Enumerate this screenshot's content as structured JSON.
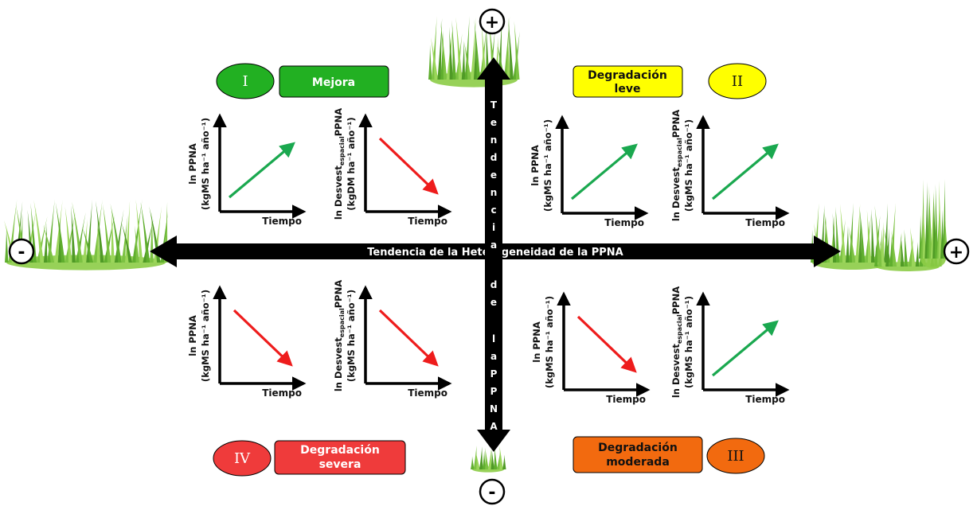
{
  "main_axes": {
    "horizontal_label": "Tendencia de la Heterogeneidad de la PPNA",
    "vertical_letters": [
      "T",
      "e",
      "n",
      "d",
      "e",
      "n",
      "c",
      "i",
      "a",
      "d",
      "e",
      "l",
      "a",
      "P",
      "P",
      "N",
      "A"
    ],
    "plus": "+",
    "minus": "-"
  },
  "quadrants": {
    "q1": {
      "roman": "I",
      "label_lines": [
        "Mejora"
      ],
      "oval_color": "#22b022",
      "box_color": "#22b022",
      "text_color": "#ffffff"
    },
    "q2": {
      "roman": "II",
      "label_lines": [
        "Degradación",
        "leve"
      ],
      "oval_color": "#ffff00",
      "box_color": "#ffff00",
      "text_color": "#111111"
    },
    "q3": {
      "roman": "III",
      "label_lines": [
        "Degradación",
        "moderada"
      ],
      "oval_color": "#f26a0f",
      "box_color": "#f26a0f",
      "text_color": "#111111"
    },
    "q4": {
      "roman": "IV",
      "label_lines": [
        "Degradación",
        "severa"
      ],
      "oval_color": "#ef3b3b",
      "box_color": "#ef3b3b",
      "text_color": "#ffffff"
    }
  },
  "mini_charts": [
    {
      "id": "q1a",
      "ylabel": [
        "ln PPNA",
        "(kgMS ha⁻¹ año⁻¹)"
      ],
      "xlabel": "Tiempo",
      "trend": "up"
    },
    {
      "id": "q1b",
      "ylabel": [
        "ln Desvest",
        "espacial",
        "PPNA",
        "(kgDM ha⁻¹ año⁻¹)"
      ],
      "xlabel": "Tiempo",
      "trend": "down"
    },
    {
      "id": "q2a",
      "ylabel": [
        "ln PPNA",
        "(kgMS ha⁻¹ año⁻¹)"
      ],
      "xlabel": "Tiempo",
      "trend": "up"
    },
    {
      "id": "q2b",
      "ylabel": [
        "ln Desvest",
        "espacial",
        "PPNA",
        "(kgMS ha⁻¹ año⁻¹)"
      ],
      "xlabel": "Tiempo",
      "trend": "up"
    },
    {
      "id": "q4a",
      "ylabel": [
        "ln PPNA",
        "(kgMS ha⁻¹ año⁻¹)"
      ],
      "xlabel": "Tiempo",
      "trend": "down"
    },
    {
      "id": "q4b",
      "ylabel": [
        "ln Desvest",
        "espacial",
        "PPNA",
        "(kgMS ha⁻¹ año⁻¹)"
      ],
      "xlabel": "Tiempo",
      "trend": "down"
    },
    {
      "id": "q3a",
      "ylabel": [
        "ln PPNA",
        "(kgMS ha⁻¹ año⁻¹)"
      ],
      "xlabel": "Tiempo",
      "trend": "down"
    },
    {
      "id": "q3b",
      "ylabel": [
        "ln Desvest",
        "espacial",
        "PPNA",
        "(kgMS ha⁻¹ año⁻¹)"
      ],
      "xlabel": "Tiempo",
      "trend": "up"
    }
  ],
  "colors": {
    "up": "#1aa84f",
    "down": "#ee1c1c",
    "axis": "#000000",
    "grass": "#7cc242"
  }
}
